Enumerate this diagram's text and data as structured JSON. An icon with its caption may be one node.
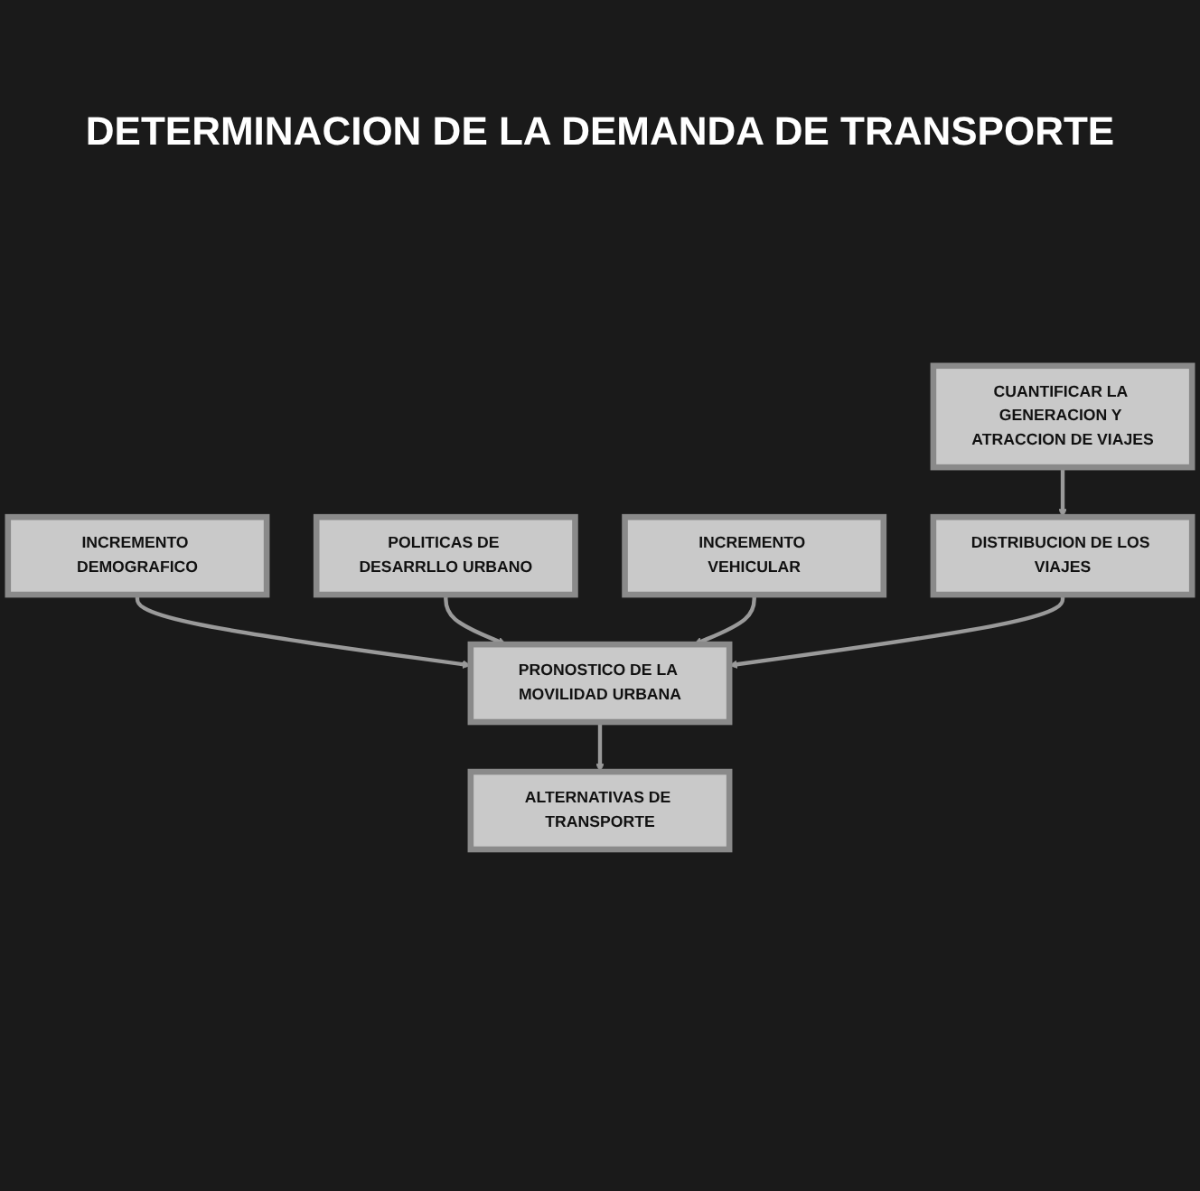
{
  "diagram": {
    "title": "DETERMINACION DE LA DEMANDA DE TRANSPORTE",
    "nodes": [
      {
        "text": [
          "INCREMENTO DEMOGRAFICO"
        ]
      },
      {
        "text": [
          "INCREMENTO VEHICULAR"
        ]
      },
      {
        "text": [
          "POLITICAS DE DESARRLLO URBANO"
        ]
      },
      {
        "text": [
          "CUANTIFICAR LA GENERACION Y ATRACCION DE VIAJES"
        ]
      },
      {
        "text": [
          "DISTRIBUCION DE LOS VIAJES"
        ]
      },
      {
        "text": [
          "PRONOSTICO DE LA MOVILIDAD URBANA"
        ]
      },
      {
        "text": [
          "ALTERNATIVAS DE TRANSPORTE"
        ]
      }
    ],
    "edges": [
      {
        "from": 0,
        "to": 5,
        "arrow": "to"
      },
      {
        "from": 2,
        "to": 5,
        "arrow": "to"
      },
      {
        "from": 1,
        "to": 5,
        "arrow": "to"
      },
      {
        "from": 3,
        "to": 4,
        "arrow": "to"
      },
      {
        "from": 4,
        "to": 5,
        "arrow": "to"
      },
      {
        "from": 5,
        "to": 6,
        "arrow": "to"
      }
    ]
  }
}
